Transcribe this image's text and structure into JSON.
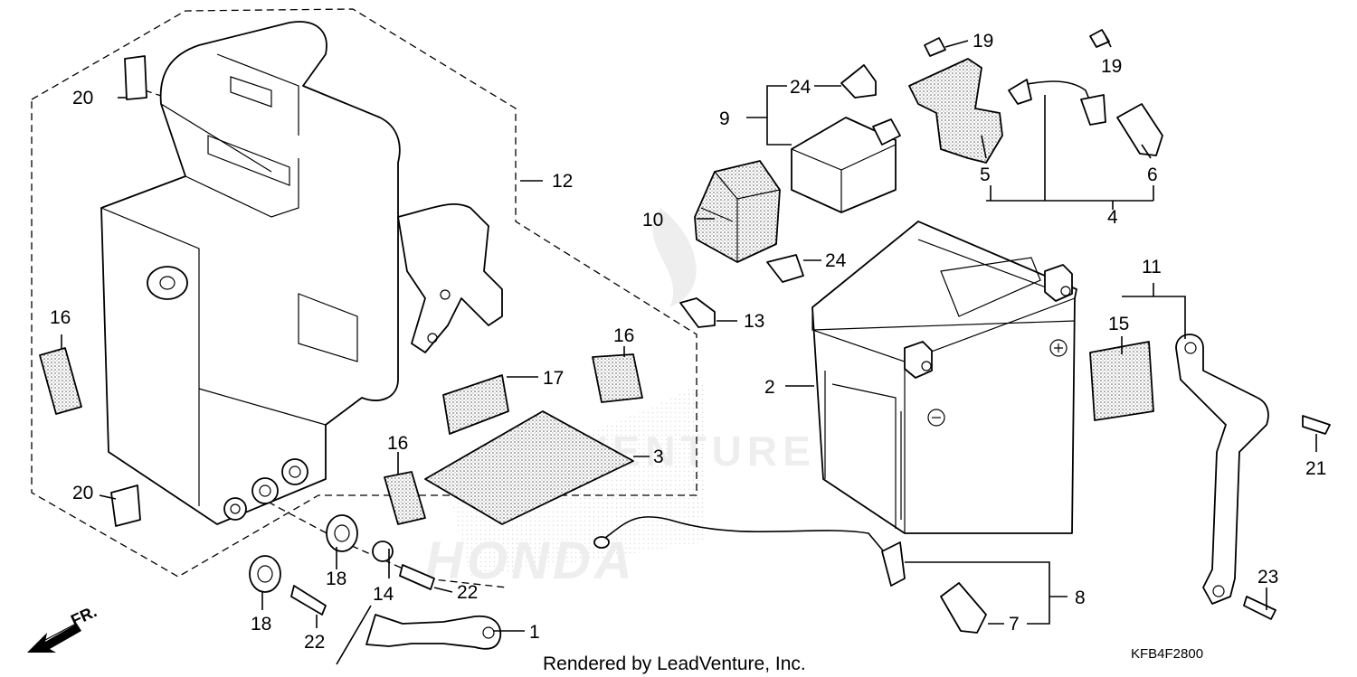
{
  "callouts": [
    "1",
    "2",
    "3",
    "4",
    "5",
    "6",
    "7",
    "8",
    "9",
    "10",
    "11",
    "12",
    "13",
    "14",
    "15",
    "16",
    "16",
    "16",
    "17",
    "18",
    "18",
    "19",
    "19",
    "20",
    "20",
    "21",
    "22",
    "22",
    "23",
    "24",
    "24"
  ],
  "direction_label": "FR.",
  "watermark_text": "VENTURE",
  "watermark_brand": "HONDA",
  "caption": "Rendered by LeadVenture, Inc.",
  "diagram_code": "KFB4F2800",
  "colors": {
    "ink": "#000000",
    "watermark": "#d9d9d9",
    "background": "#ffffff"
  }
}
